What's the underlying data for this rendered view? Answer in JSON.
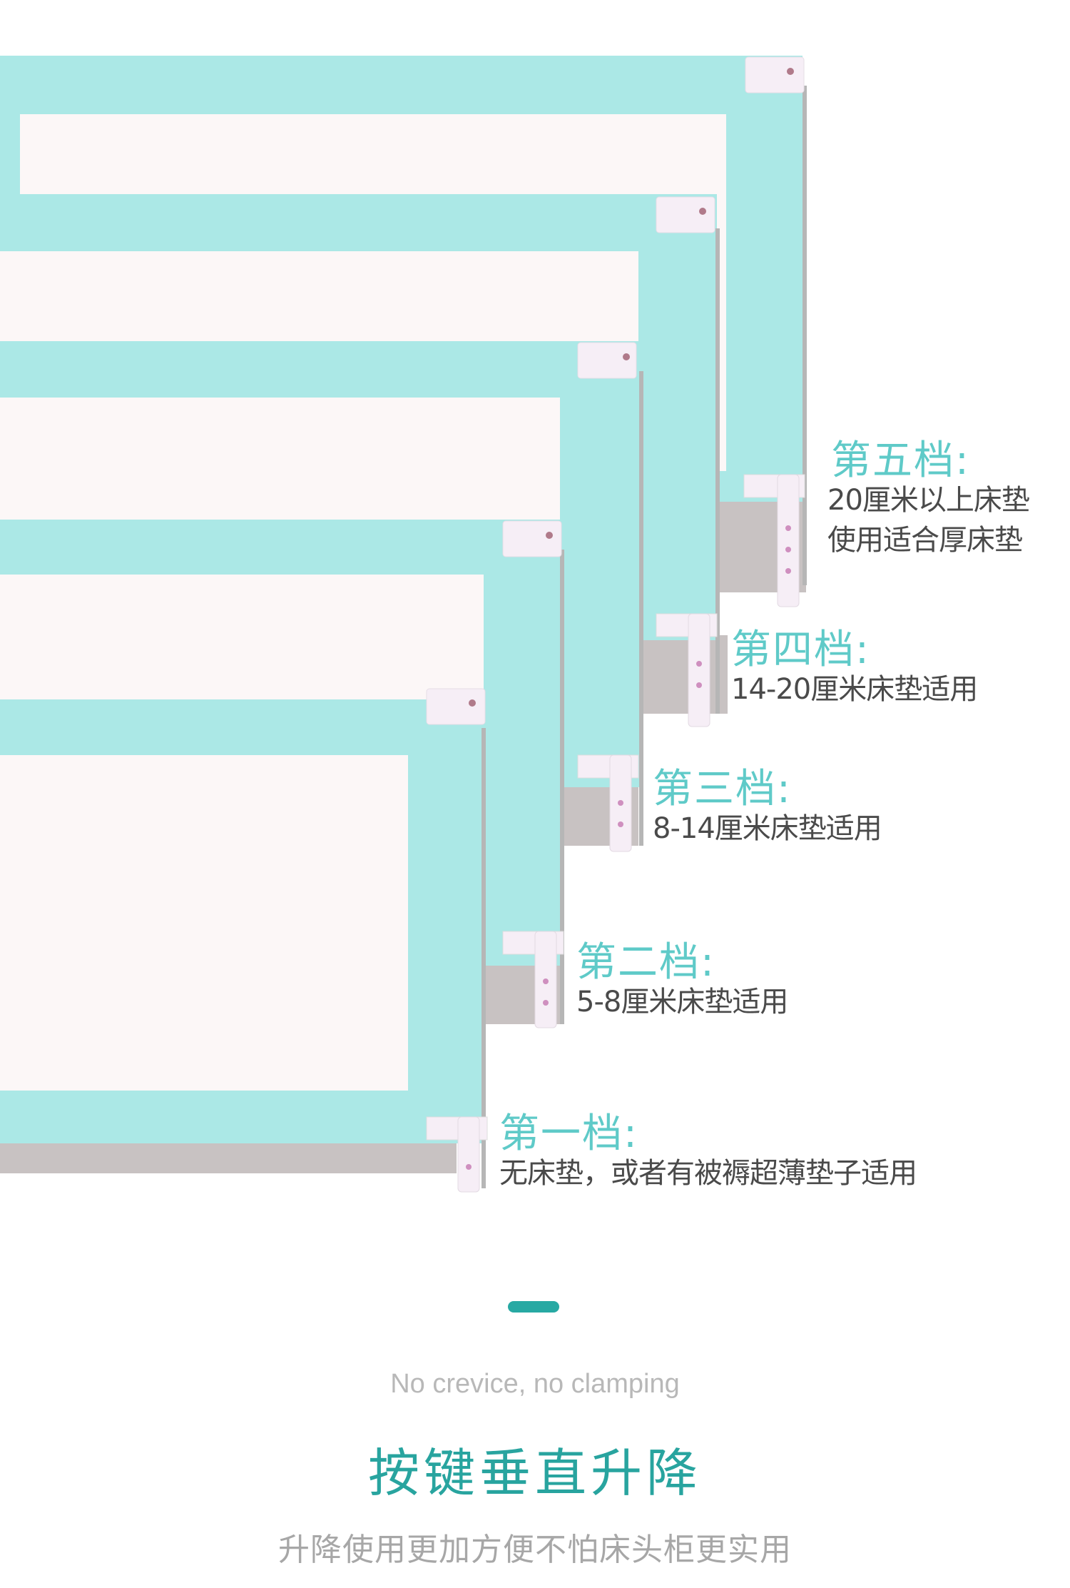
{
  "levels": [
    {
      "title": "第五档:",
      "lines": [
        "20厘米以上床垫",
        "使用适合厚床垫"
      ]
    },
    {
      "title": "第四档:",
      "lines": [
        "14-20厘米床垫适用"
      ]
    },
    {
      "title": "第三档:",
      "lines": [
        "8-14厘米床垫适用"
      ]
    },
    {
      "title": "第二档:",
      "lines": [
        "5-8厘米床垫适用"
      ]
    },
    {
      "title": "第一档:",
      "lines": [
        "无床垫，或者有被褥超薄垫子适用"
      ]
    }
  ],
  "footer": {
    "subtitle_en": "No crevice, no clamping",
    "headline": "按键垂直升降",
    "caption": "升降使用更加方便不怕床头柜更实用"
  },
  "colors": {
    "rail_fill": "#abe8e6",
    "panel_fill": "#fcf7f7",
    "mattress_fill": "#c8c2c2",
    "post_fill": "#b6b6b6",
    "clip_fill": "#f6eef6",
    "title_color": "#5fcac8",
    "accent": "#27a9a3"
  }
}
